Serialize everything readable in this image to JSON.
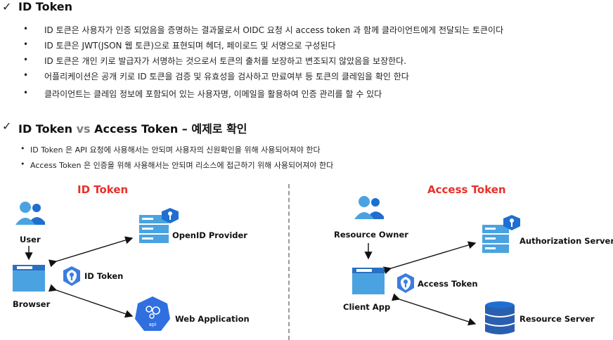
{
  "section1": {
    "check": "✓",
    "title": "ID Token",
    "bullets": [
      "ID 토큰은 사용자가 인증 되었음을 증명하는 결과물로서 OIDC 요청 시 access token 과 함께 클라이언트에게 전달되는 토큰이다",
      "ID 토큰은 JWT(JSON 웹 토큰)으로 표현되며 헤더, 페이로드 및 서명으로 구성된다",
      "ID 토큰은 개인 키로 발급자가 서명하는 것으로서 토큰의 출처를 보장하고 변조되지 않았음을 보장한다.",
      "어플리케이션은 공개 키로 ID 토큰을 검증 및 유효성을 검사하고 만료여부 등 토큰의 클레임을 확인 한다",
      "클라이언트는 클레임 정보에 포함되어 있는 사용자명, 이메일을 활용하여 인증 관리를 할 수 있다"
    ]
  },
  "section2": {
    "check": "✓",
    "title_part1": "ID Token",
    "title_vs": "vs",
    "title_part2": "Access Token – 예제로 확인",
    "bullets": [
      "ID Token 은 API 요청에 사용해서는 안되며 사용자의 신원확인을 위해 사용되어져야 한다",
      "Access Token 은 인증을 위해 사용해서는 안되며 리소스에 접근하기 위해 사용되어져야 한다"
    ]
  },
  "left_diagram": {
    "title": "ID Token",
    "user": "User",
    "browser": "Browser",
    "token": "ID Token",
    "provider": "OpenID Provider",
    "webapp": "Web Application",
    "api_text": "api"
  },
  "right_diagram": {
    "title": "Access Token",
    "owner": "Resource Owner",
    "client": "Client App",
    "token": "Access Token",
    "authserver": "Authorization Server",
    "resserver": "Resource Server"
  },
  "colors": {
    "accent_red": "#e8302a",
    "icon_blue": "#1e6fd0",
    "icon_light": "#4aa3e0",
    "hex_blue": "#3a7de0"
  },
  "icons": [
    "check-icon",
    "users-icon",
    "user-icon",
    "browser-window-icon",
    "server-key-icon",
    "shield-key-icon",
    "kubernetes-api-icon",
    "database-icon"
  ]
}
